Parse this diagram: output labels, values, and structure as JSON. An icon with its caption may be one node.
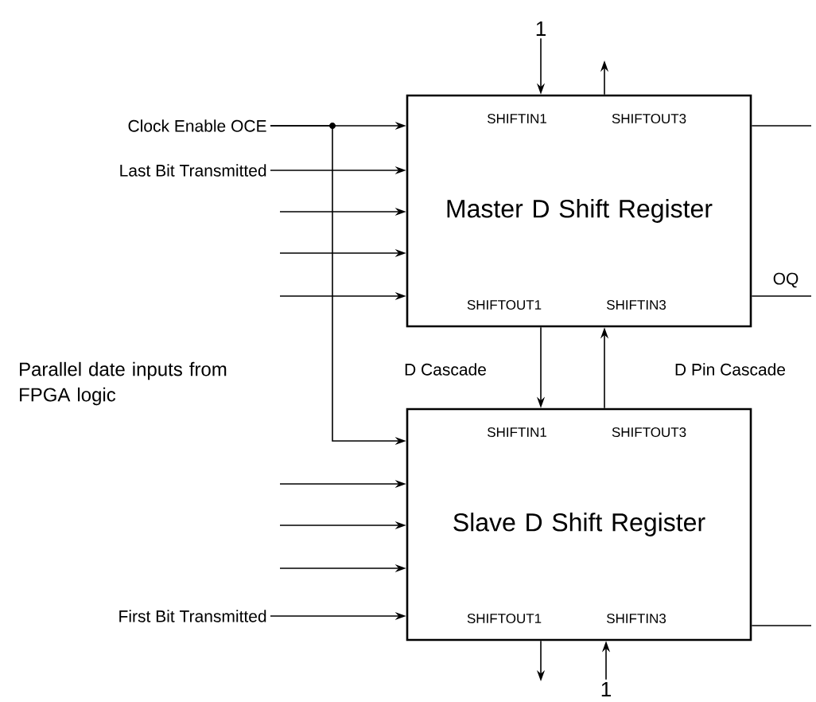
{
  "diagram": {
    "nodes": [
      {
        "text": [
          "SHIFTIN1",
          "SHIFTOUT3",
          "Master D Shift Register",
          "SHIFTOUT1",
          "SHIFTIN3"
        ]
      },
      {
        "text": [
          "SHIFTIN1",
          "SHIFTOUT3",
          "Slave D Shift Register",
          "SHIFTOUT1",
          "SHIFTIN3"
        ]
      },
      {
        "text": [
          "Clock Enable OCE"
        ]
      },
      {
        "text": [
          "Last Bit Transmitted"
        ]
      },
      {
        "text": [
          "First Bit Transmitted"
        ]
      },
      {
        "text": [
          "1"
        ]
      },
      {
        "text": [
          "1"
        ]
      }
    ],
    "edges": [
      {
        "from": 2,
        "to": 0,
        "arrow": "to"
      },
      {
        "from": 2,
        "to": 1,
        "arrow": "to"
      },
      {
        "from": 3,
        "to": 0,
        "arrow": "to"
      },
      {
        "from": null,
        "to": 0,
        "arrow": "to"
      },
      {
        "from": null,
        "to": 0,
        "arrow": "to"
      },
      {
        "from": null,
        "to": 0,
        "arrow": "to"
      },
      {
        "from": 5,
        "to": 0,
        "arrow": "to"
      },
      {
        "from": 0,
        "to": null,
        "arrow": "to"
      },
      {
        "from": 0,
        "to": null,
        "arrow": "none"
      },
      {
        "from": 0,
        "to": null,
        "arrow": "none",
        "label": "OQ"
      },
      {
        "from": 0,
        "to": 1,
        "arrow": "to",
        "label": "D Cascade"
      },
      {
        "from": 1,
        "to": 0,
        "arrow": "to",
        "label": "D Pin Cascade"
      },
      {
        "from": null,
        "to": 1,
        "arrow": "to"
      },
      {
        "from": null,
        "to": 1,
        "arrow": "to"
      },
      {
        "from": null,
        "to": 1,
        "arrow": "to"
      },
      {
        "from": 4,
        "to": 1,
        "arrow": "to"
      },
      {
        "from": 1,
        "to": null,
        "arrow": "to"
      },
      {
        "from": 6,
        "to": 1,
        "arrow": "to"
      },
      {
        "from": 1,
        "to": null,
        "arrow": "none"
      }
    ],
    "labels": [
      "Parallel date inputs from FPGA logic"
    ]
  }
}
